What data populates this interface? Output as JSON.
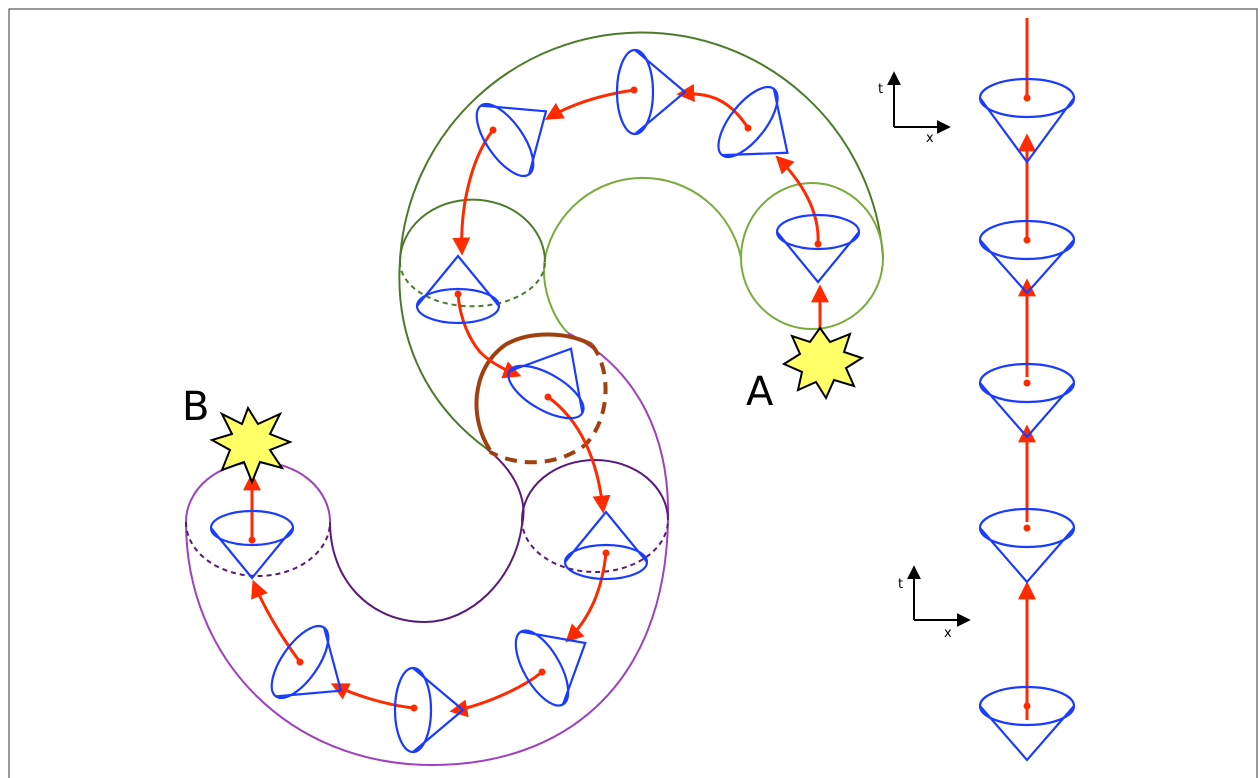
{
  "labels": {
    "start_event": "A",
    "end_event": "B"
  },
  "axes_upper": {
    "t": "t",
    "x": "x"
  },
  "axes_lower": {
    "t": "t",
    "x": "x"
  },
  "colors": {
    "cone": "#1a3cff",
    "worldline": "#ff2a00",
    "region_green_dark": "#4d7a2a",
    "region_green_light": "#7aab3c",
    "region_purple_dark": "#5a1a7a",
    "region_purple_light": "#a040c0",
    "overlap_brown": "#a0400e",
    "star_fill": "#ffff66",
    "frame": "#333333"
  },
  "icons": [
    "starburst-icon",
    "light-cone-icon",
    "axis-arrow-icon"
  ]
}
